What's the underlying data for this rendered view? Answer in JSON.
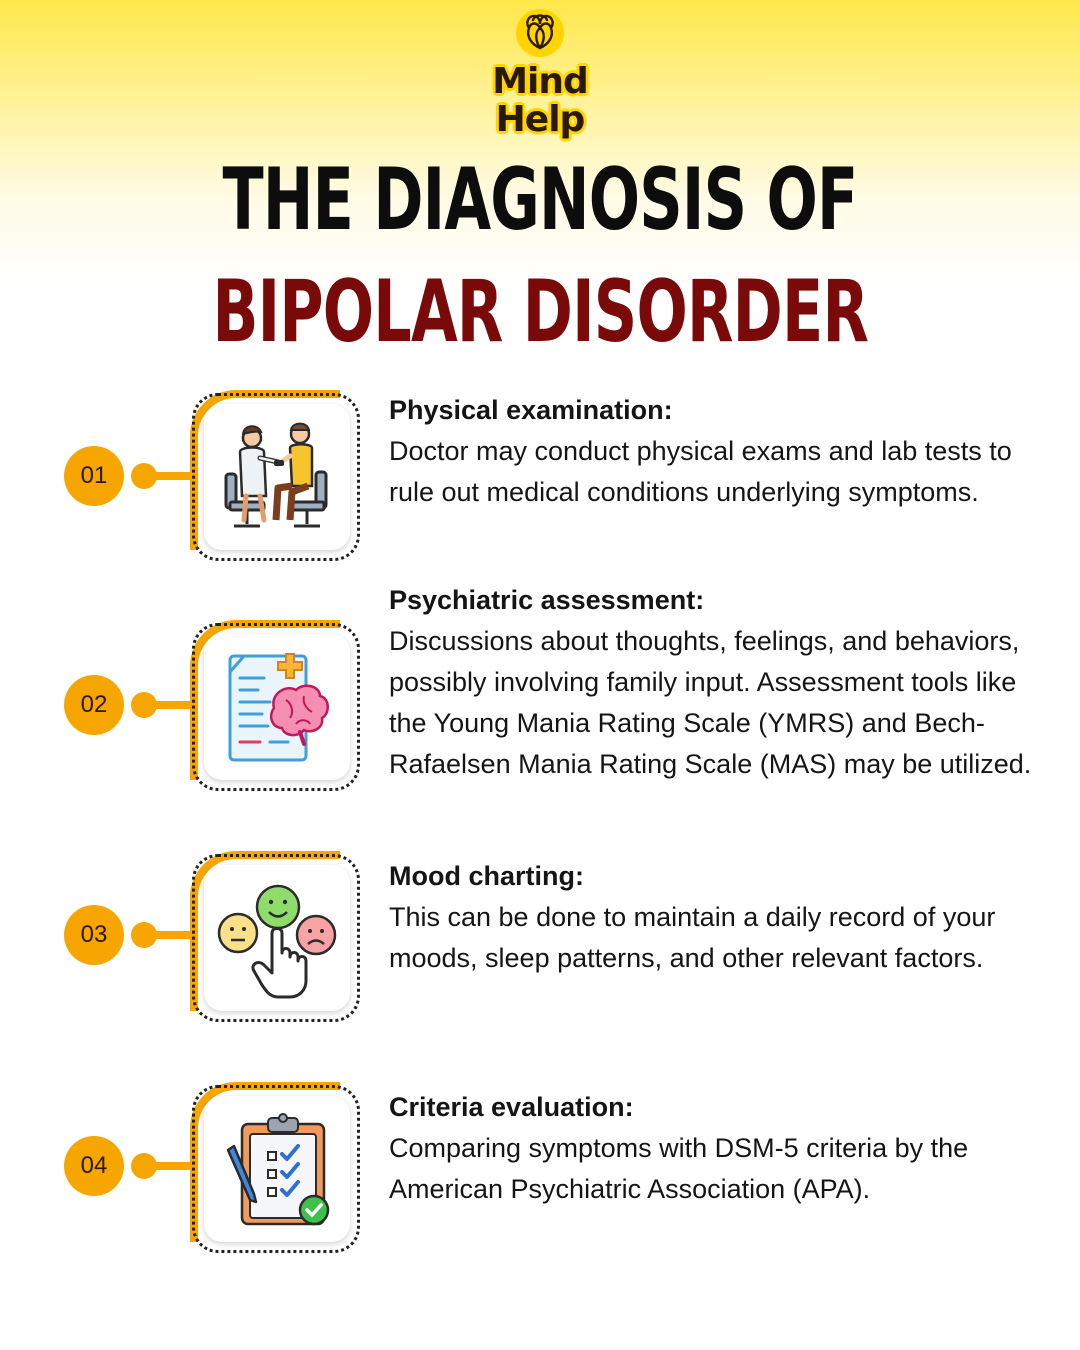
{
  "brand": {
    "line1": "Mind",
    "line2": "Help"
  },
  "title": {
    "line1": "THE DIAGNOSIS OF",
    "line2": "BIPOLAR DISORDER"
  },
  "colors": {
    "accent": "#f7a600",
    "title_dark": "#0d0d0d",
    "title_red": "#7a0a0a",
    "header_yellow": "#ffe84a"
  },
  "steps": [
    {
      "number": "01",
      "icon": "doctor-examination-icon",
      "title": "Physical examination:",
      "body": "Doctor may conduct physical exams and lab tests to rule out medical conditions underlying symptoms."
    },
    {
      "number": "02",
      "icon": "brain-report-icon",
      "title": "Psychiatric assessment:",
      "body": "Discussions about thoughts, feelings, and behaviors, possibly involving family input. Assessment tools like the Young Mania Rating Scale (YMRS) and Bech-Rafaelsen Mania Rating Scale (MAS) may be utilized."
    },
    {
      "number": "03",
      "icon": "mood-selection-icon",
      "title": "Mood charting:",
      "body": "This can be done to maintain a daily record of your moods, sleep patterns, and other relevant factors."
    },
    {
      "number": "04",
      "icon": "checklist-clipboard-icon",
      "title": "Criteria evaluation:",
      "body": "Comparing symptoms with DSM-5 criteria by the American Psychiatric Association (APA)."
    }
  ]
}
